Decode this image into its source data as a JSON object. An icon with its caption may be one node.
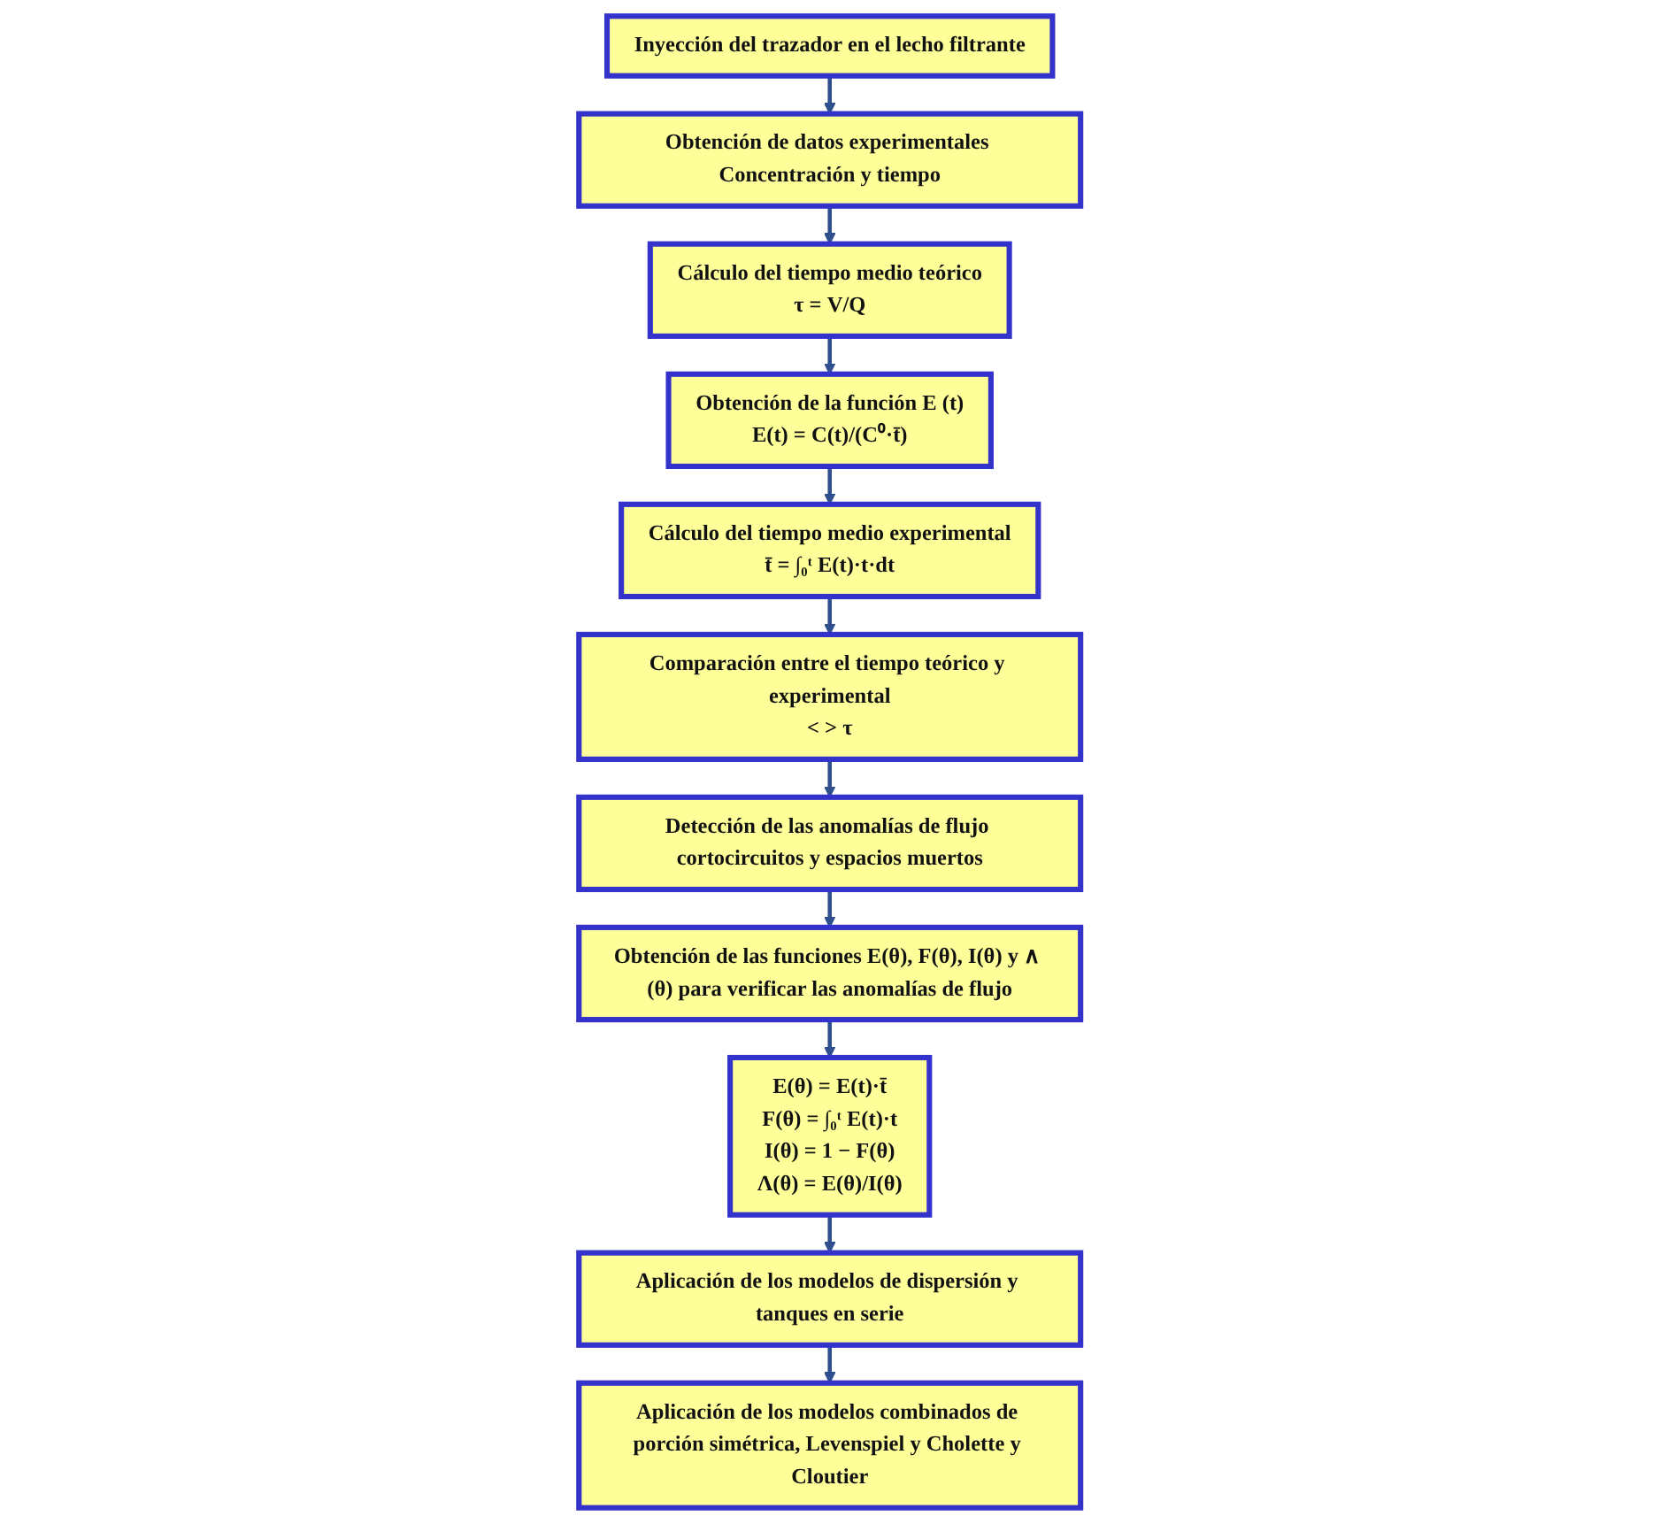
{
  "diagram": {
    "nodes": [
      {
        "text": [
          "Inyección del trazador en el lecho filtrante"
        ]
      },
      {
        "text": [
          "Obtención de datos experimentales Concentración y tiempo"
        ]
      },
      {
        "text": [
          "Cálculo del tiempo medio teórico",
          "τ = V/Q"
        ]
      },
      {
        "text": [
          "Obtención de la función E (t)",
          "E(t) = C(t)/(C⁰·t̄)"
        ]
      },
      {
        "text": [
          "Cálculo del tiempo medio experimental",
          "t̄ = ∫₀ᵗ E(t)·t·dt"
        ]
      },
      {
        "text": [
          "Comparación entre el tiempo teórico y experimental",
          "< > τ"
        ]
      },
      {
        "text": [
          "Detección de las anomalías de flujo cortocircuitos y espacios muertos"
        ]
      },
      {
        "text": [
          "Obtención de las funciones E(θ), F(θ), I(θ) y ∧ (θ) para verificar las anomalías de flujo"
        ]
      },
      {
        "text": [
          "E(θ) = E(t)·t̄",
          "F(θ) = ∫₀ᵗ E(t)·t",
          "I(θ) = 1 − F(θ)",
          "Λ(θ) = E(θ)/I(θ)"
        ]
      },
      {
        "text": [
          "Aplicación de los modelos de dispersión y tanques en serie"
        ]
      },
      {
        "text": [
          "Aplicación de los modelos combinados de porción simétrica, Levenspiel y Cholette y Cloutier"
        ]
      }
    ],
    "edges": [
      {
        "from": 0,
        "to": 1,
        "arrow": "to"
      },
      {
        "from": 1,
        "to": 2,
        "arrow": "to"
      },
      {
        "from": 2,
        "to": 3,
        "arrow": "to"
      },
      {
        "from": 3,
        "to": 4,
        "arrow": "to"
      },
      {
        "from": 4,
        "to": 5,
        "arrow": "to"
      },
      {
        "from": 5,
        "to": 6,
        "arrow": "to"
      },
      {
        "from": 6,
        "to": 7,
        "arrow": "to"
      },
      {
        "from": 7,
        "to": 8,
        "arrow": "to"
      },
      {
        "from": 8,
        "to": 9,
        "arrow": "to"
      },
      {
        "from": 9,
        "to": 10,
        "arrow": "to"
      }
    ]
  }
}
